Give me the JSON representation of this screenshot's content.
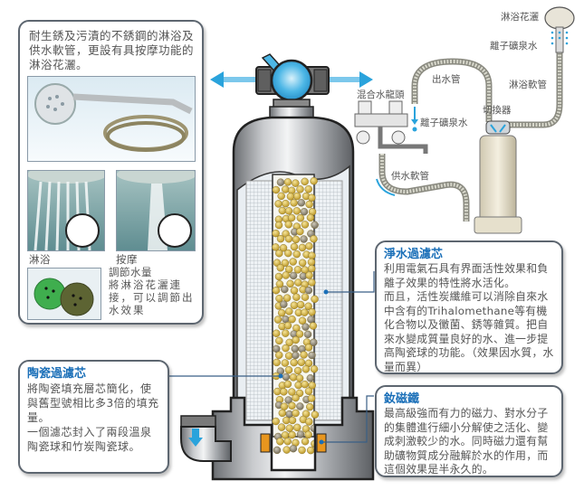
{
  "shower_panel": {
    "description": "耐生銹及污漬的不銹鋼的淋浴及供水軟管，更設有具按摩功能的淋浴花灑。",
    "mode_labels": [
      "淋浴",
      "按摩"
    ],
    "adjust_title": "調節水量",
    "adjust_text": "將淋浴花灑連接，可以調節出水效果"
  },
  "ceramic_panel": {
    "title": "陶瓷過濾芯",
    "lines": [
      "將陶瓷填充層芯簡化，使與舊型號相比多3倍的填充量。",
      "一個濾芯封入了兩段溫泉陶瓷球和竹炭陶瓷球。"
    ]
  },
  "purify_panel": {
    "title": "淨水過濾芯",
    "lines": [
      "利用電氣石具有界面活性效果和負離子效果的特性將水活化。",
      "而且，活性炭纖維可以消除自來水中含有的Trihalomethane等有機化合物以及黴菌、銹等雜質。把自來水變成質量良好的水、進一步提高陶瓷球的功能。（效果因水質，水量而異）"
    ]
  },
  "magnet_panel": {
    "title": "釹磁鐵",
    "text": "最高級強而有力的磁力、對水分子的集體進行細小分解使之活化、變成刺激較少的水。同時磁力還有幫助礦物質成分融解於水的作用，而這個效果是半永久的。"
  },
  "install_labels": {
    "shower_head": "淋浴花灑",
    "ion_water_top": "離子礦泉水",
    "outlet_pipe": "出水管",
    "shower_hose": "淋浴軟管",
    "mixer_tap": "混合水龍頭",
    "switch_valve": "切換器",
    "ion_water_mid": "離子礦泉水",
    "supply_hose": "供水軟管"
  },
  "colors": {
    "accent_blue": "#2aa3dc",
    "title_blue": "#1a6fb8",
    "panel_border": "#5d6670",
    "ceramic_ball": "#d8b640",
    "magnet": "#e8961e"
  }
}
